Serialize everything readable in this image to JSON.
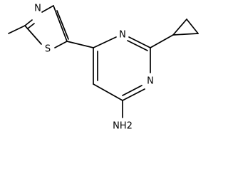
{
  "molecule": {
    "atoms": {
      "n_thiazole": "N",
      "s_thiazole": "S",
      "n_pyrimidine_top": "N",
      "n_pyrimidine_right": "N",
      "amine": "NH2"
    }
  }
}
